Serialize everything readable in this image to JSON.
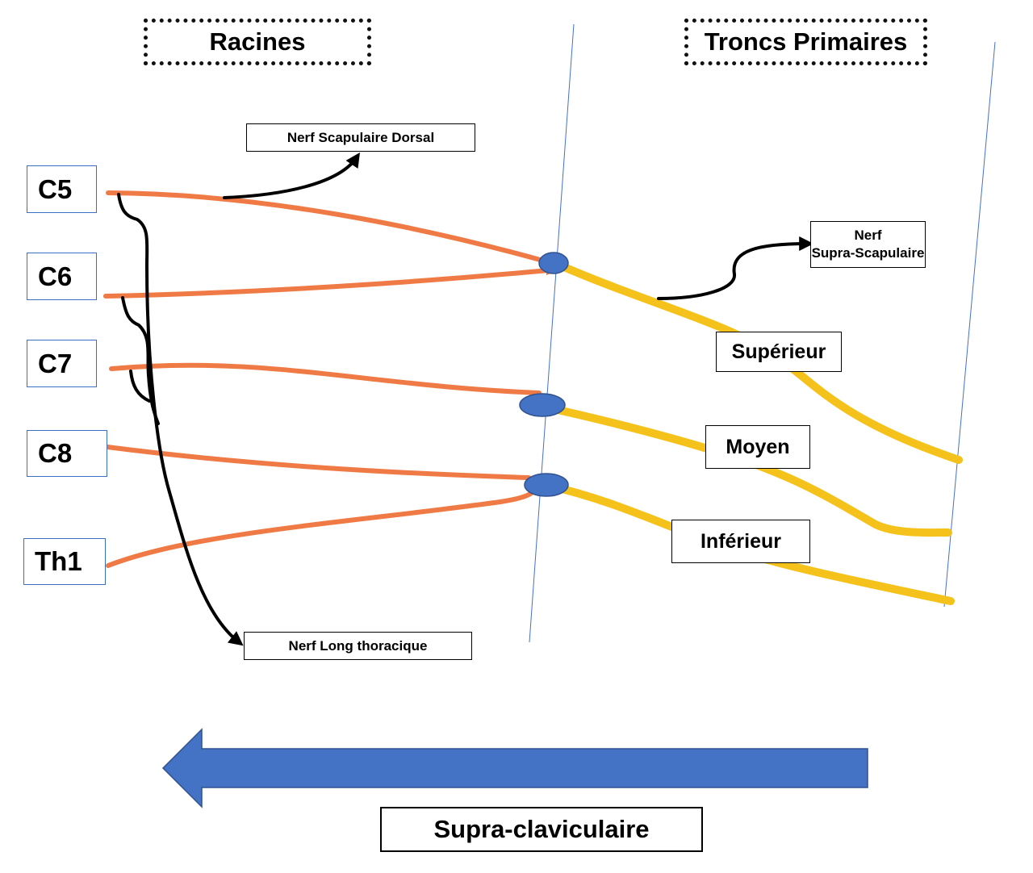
{
  "headers": {
    "roots": "Racines",
    "primary_trunks": "Troncs Primaires"
  },
  "roots": [
    "C5",
    "C6",
    "C7",
    "C8",
    "Th1"
  ],
  "trunks": {
    "superior": "Supérieur",
    "middle": "Moyen",
    "inferior": "Inférieur"
  },
  "nerves": {
    "dorsal_scapular": "Nerf Scapulaire Dorsal",
    "suprascapular_line1": "Nerf",
    "suprascapular_line2": "Supra-Scapulaire",
    "long_thoracic": "Nerf Long thoracique"
  },
  "footer": {
    "label": "Supra-claviculaire",
    "arrow_direction": "left"
  },
  "colors": {
    "roots_lines": "#f07a45",
    "trunk_lines": "#f5c21b",
    "junction_nodes": "#4472c4",
    "big_arrow": "#4472c4",
    "root_box_border": "#3a6fc4",
    "divider_lines": "#4472c4"
  }
}
